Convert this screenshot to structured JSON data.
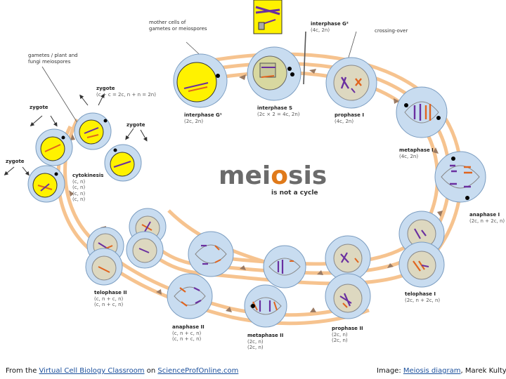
{
  "title": {
    "text_pre": "mei",
    "text_o": "o",
    "text_post": "sis",
    "tagline": "is not a cycle"
  },
  "labels": {
    "mother_cells": [
      "mother cells of",
      "gametes or meiospores"
    ],
    "gametes": [
      "gametes / plant and",
      "fungi meiospores"
    ],
    "interphase_g2": {
      "name": "interphase G²",
      "formula": "(4c, 2n)"
    },
    "crossing_over": "crossing-over",
    "zygote_top": {
      "name": "zygote",
      "formula": "(c + c = 2c, n + n = 2n)"
    },
    "zygote_left": "zygote",
    "zygote_mid": "zygote",
    "zygote_far": "zygote",
    "interphase_g1": {
      "name": "interphase G¹",
      "formula": "(2c, 2n)"
    },
    "interphase_s": {
      "name": "interphase S",
      "formula": "(2c × 2 = 4c, 2n)"
    },
    "prophase_1": {
      "name": "prophase I",
      "formula": "(4c, 2n)"
    },
    "metaphase_1": {
      "name": "metaphase I",
      "formula": "(4c, 2n)"
    },
    "cytokinesis": {
      "name": "cytokinesis",
      "lines": [
        "(c, n)",
        "(c, n)",
        "(c, n)",
        "(c, n)"
      ]
    },
    "anaphase_1": {
      "name": "anaphase I",
      "formula": "(2c, n + 2c, n)"
    },
    "telophase_1": {
      "name": "telophase I",
      "formula": "(2c, n + 2c, n)"
    },
    "telophase_2": {
      "name": "telophase II",
      "lines": [
        "(c, n + c, n)",
        "(c, n + c, n)"
      ]
    },
    "anaphase_2": {
      "name": "anaphase II",
      "lines": [
        "(c, n + c, n)",
        "(c, n + c, n)"
      ]
    },
    "metaphase_2": {
      "name": "metaphase II",
      "lines": [
        "(2c, n)",
        "(2c, n)"
      ]
    },
    "prophase_2": {
      "name": "prophase II",
      "lines": [
        "(2c, n)",
        "(2c, n)"
      ]
    }
  },
  "footer": {
    "left_prefix": "From the ",
    "left_link1": "Virtual Cell Biology Classroom",
    "left_mid": " on ",
    "left_link2": "ScienceProfOnline.com",
    "right_prefix": "Image: ",
    "right_link": "Meiosis diagram",
    "right_suffix": ", Marek Kultys"
  },
  "colors": {
    "ring": "#f6c38f",
    "arrow": "#9a7a63",
    "cell_outer": "#c8dcf0",
    "cell_border": "#7a9cc0",
    "cell_inner": "#ddd8c0",
    "gamete_nucleus": "#fff200",
    "chrom_purple": "#6a2fa0",
    "chrom_orange": "#e0641e"
  }
}
